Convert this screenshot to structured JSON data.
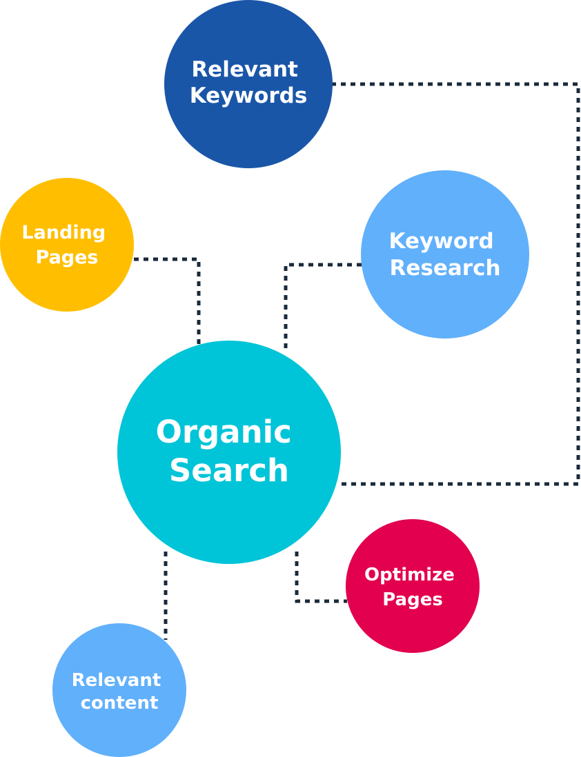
{
  "colors": {
    "background": "#ffffff",
    "connector": "#1a2a3a",
    "label": "#ffffff"
  },
  "nodes": {
    "organic_search": {
      "lines": [
        "Organic",
        "Search"
      ],
      "color": "#00c4d8"
    },
    "relevant_keywords": {
      "lines": [
        "Relevant",
        "Keywords"
      ],
      "color": "#1a56a8"
    },
    "landing_pages": {
      "lines": [
        "Landing",
        "Pages"
      ],
      "color": "#ffbf00"
    },
    "keyword_research": {
      "lines": [
        "Keyword",
        "Research"
      ],
      "color": "#61b0fb"
    },
    "optimize_pages": {
      "lines": [
        "Optimize",
        "Pages"
      ],
      "color": "#e2004f"
    },
    "relevant_content": {
      "lines": [
        "Relevant",
        "content"
      ],
      "color": "#61b0fb"
    }
  }
}
